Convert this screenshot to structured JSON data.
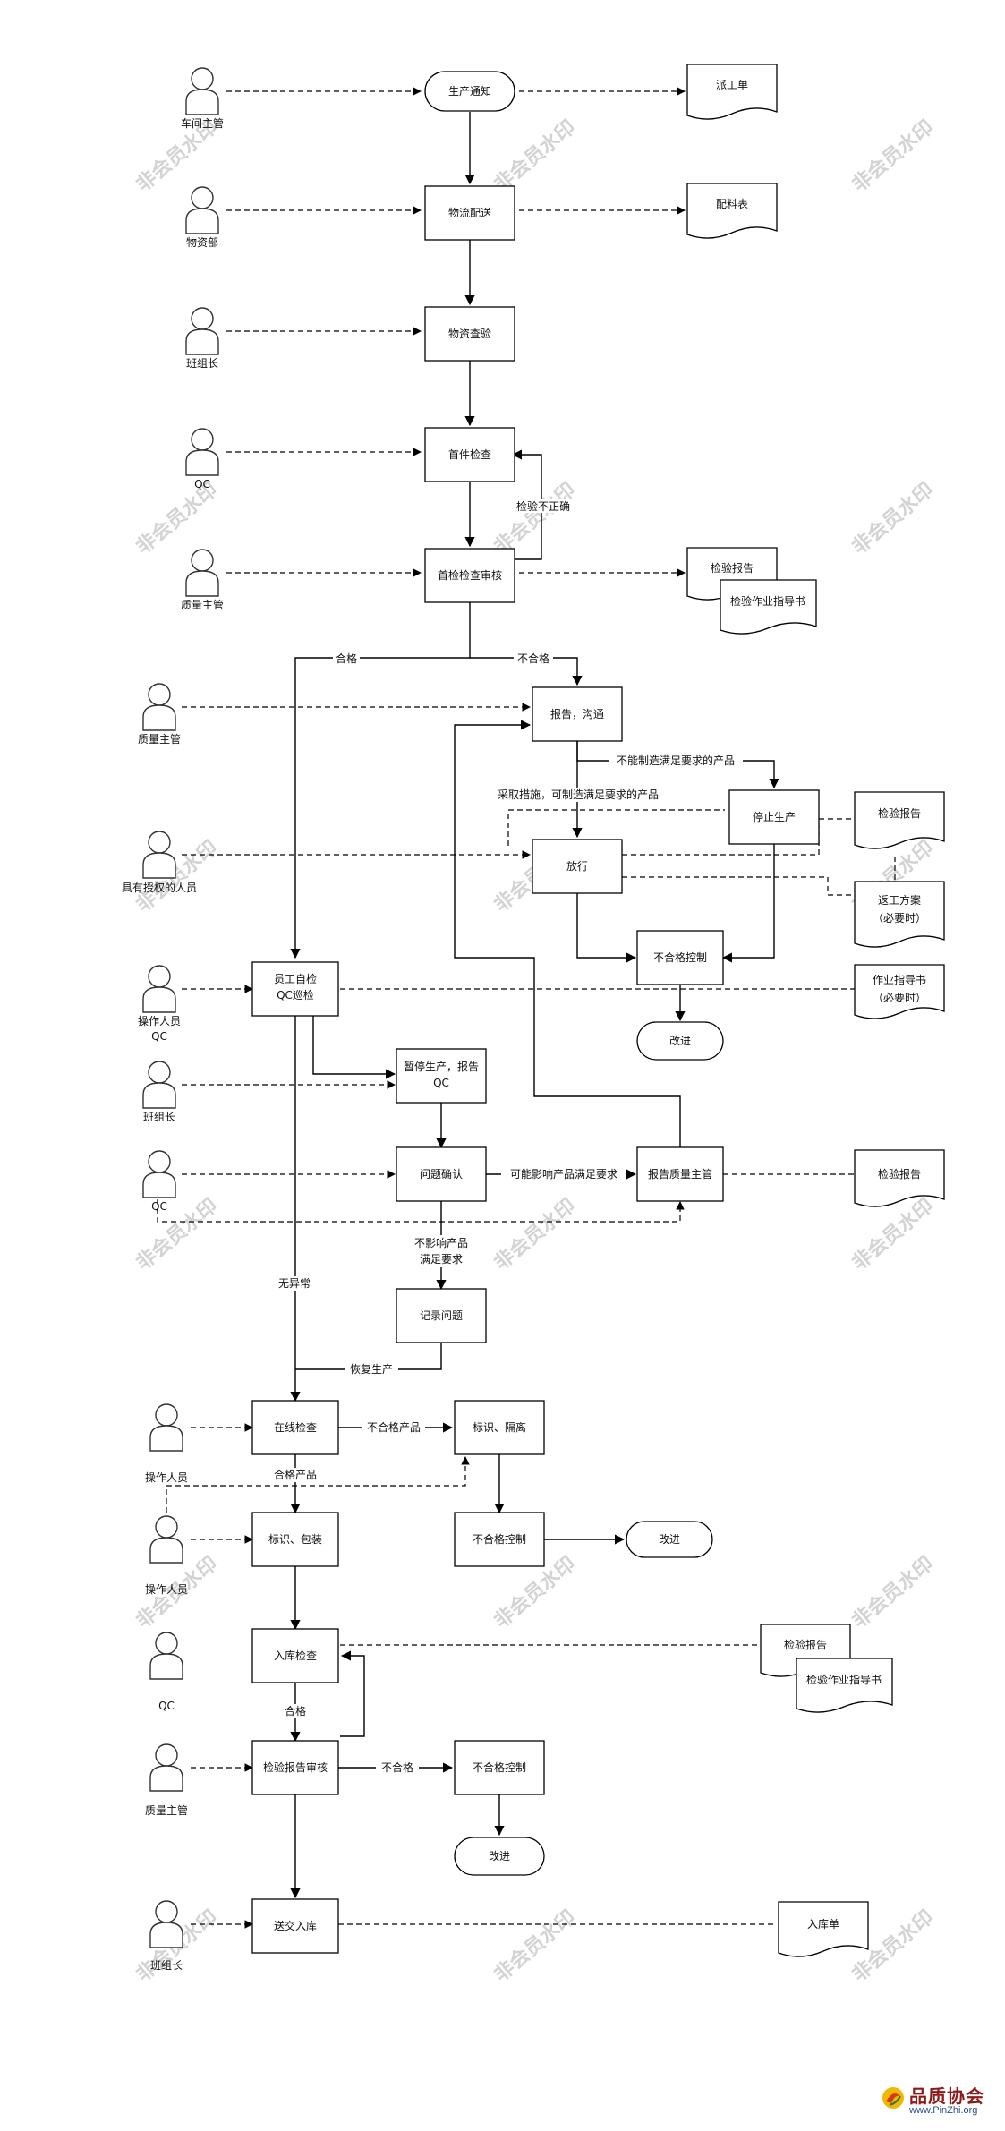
{
  "roles": {
    "r1": "车间主管",
    "r2": "物资部",
    "r3": "班组长",
    "r4": "QC",
    "r5": "质量主管",
    "r6": "质量主管",
    "r7": "具有授权的人员",
    "r8_a": "操作人员",
    "r8_b": "QC",
    "r9": "班组长",
    "r10": "QC",
    "r11": "操作人员",
    "r12": "操作人员",
    "r13": "QC",
    "r14": "质量主管",
    "r15": "班组长"
  },
  "steps": {
    "s_notice": "生产通知",
    "s_logistics": "物流配送",
    "s_material_check": "物资查验",
    "s_first_check": "首件检查",
    "s_first_audit": "首检检查审核",
    "s_report_comm": "报告，沟通",
    "s_stop": "停止生产",
    "s_release": "放行",
    "s_nc_control_1": "不合格控制",
    "s_improve_1": "改进",
    "s_self_check_a": "员工自检",
    "s_self_check_b": "QC巡检",
    "s_pause_a": "暂停生产，报告",
    "s_pause_b": "QC",
    "s_confirm": "问题确认",
    "s_report_mgr": "报告质量主管",
    "s_record": "记录问题",
    "s_online": "在线检查",
    "s_mark_isolate": "标识、隔离",
    "s_mark_pack": "标识、包装",
    "s_nc_control_2": "不合格控制",
    "s_improve_2": "改进",
    "s_store_check": "入库检查",
    "s_report_audit": "检验报告审核",
    "s_nc_control_3": "不合格控制",
    "s_improve_3": "改进",
    "s_deliver": "送交入库"
  },
  "documents": {
    "d_dispatch": "派工单",
    "d_material_list": "配料表",
    "d_report_1": "检验报告",
    "d_guide_1": "检验作业指导书",
    "d_report_2": "检验报告",
    "d_rework_a": "返工方案",
    "d_rework_b": "（必要时）",
    "d_work_guide_a": "作业指导书",
    "d_work_guide_b": "（必要时）",
    "d_report_3": "检验报告",
    "d_report_4": "检验报告",
    "d_guide_2": "检验作业指导书",
    "d_warehouse": "入库单"
  },
  "edge_labels": {
    "e_wrong": "检验不正确",
    "e_pass": "合格",
    "e_fail": "不合格",
    "e_cannot": "不能制造满足要求的产品",
    "e_can": "采取措施，可制造满足要求的产品",
    "e_may_affect": "可能影响产品满足要求",
    "e_no_affect_a": "不影响产品",
    "e_no_affect_b": "满足要求",
    "e_normal": "无异常",
    "e_resume": "恢复生产",
    "e_nc_product": "不合格产品",
    "e_ok_product": "合格产品",
    "e_pass_2": "合格",
    "e_fail_2": "不合格"
  },
  "watermark": "非会员水印",
  "logo": {
    "brand": "品质协会",
    "site": "www.PinZhi.org"
  }
}
